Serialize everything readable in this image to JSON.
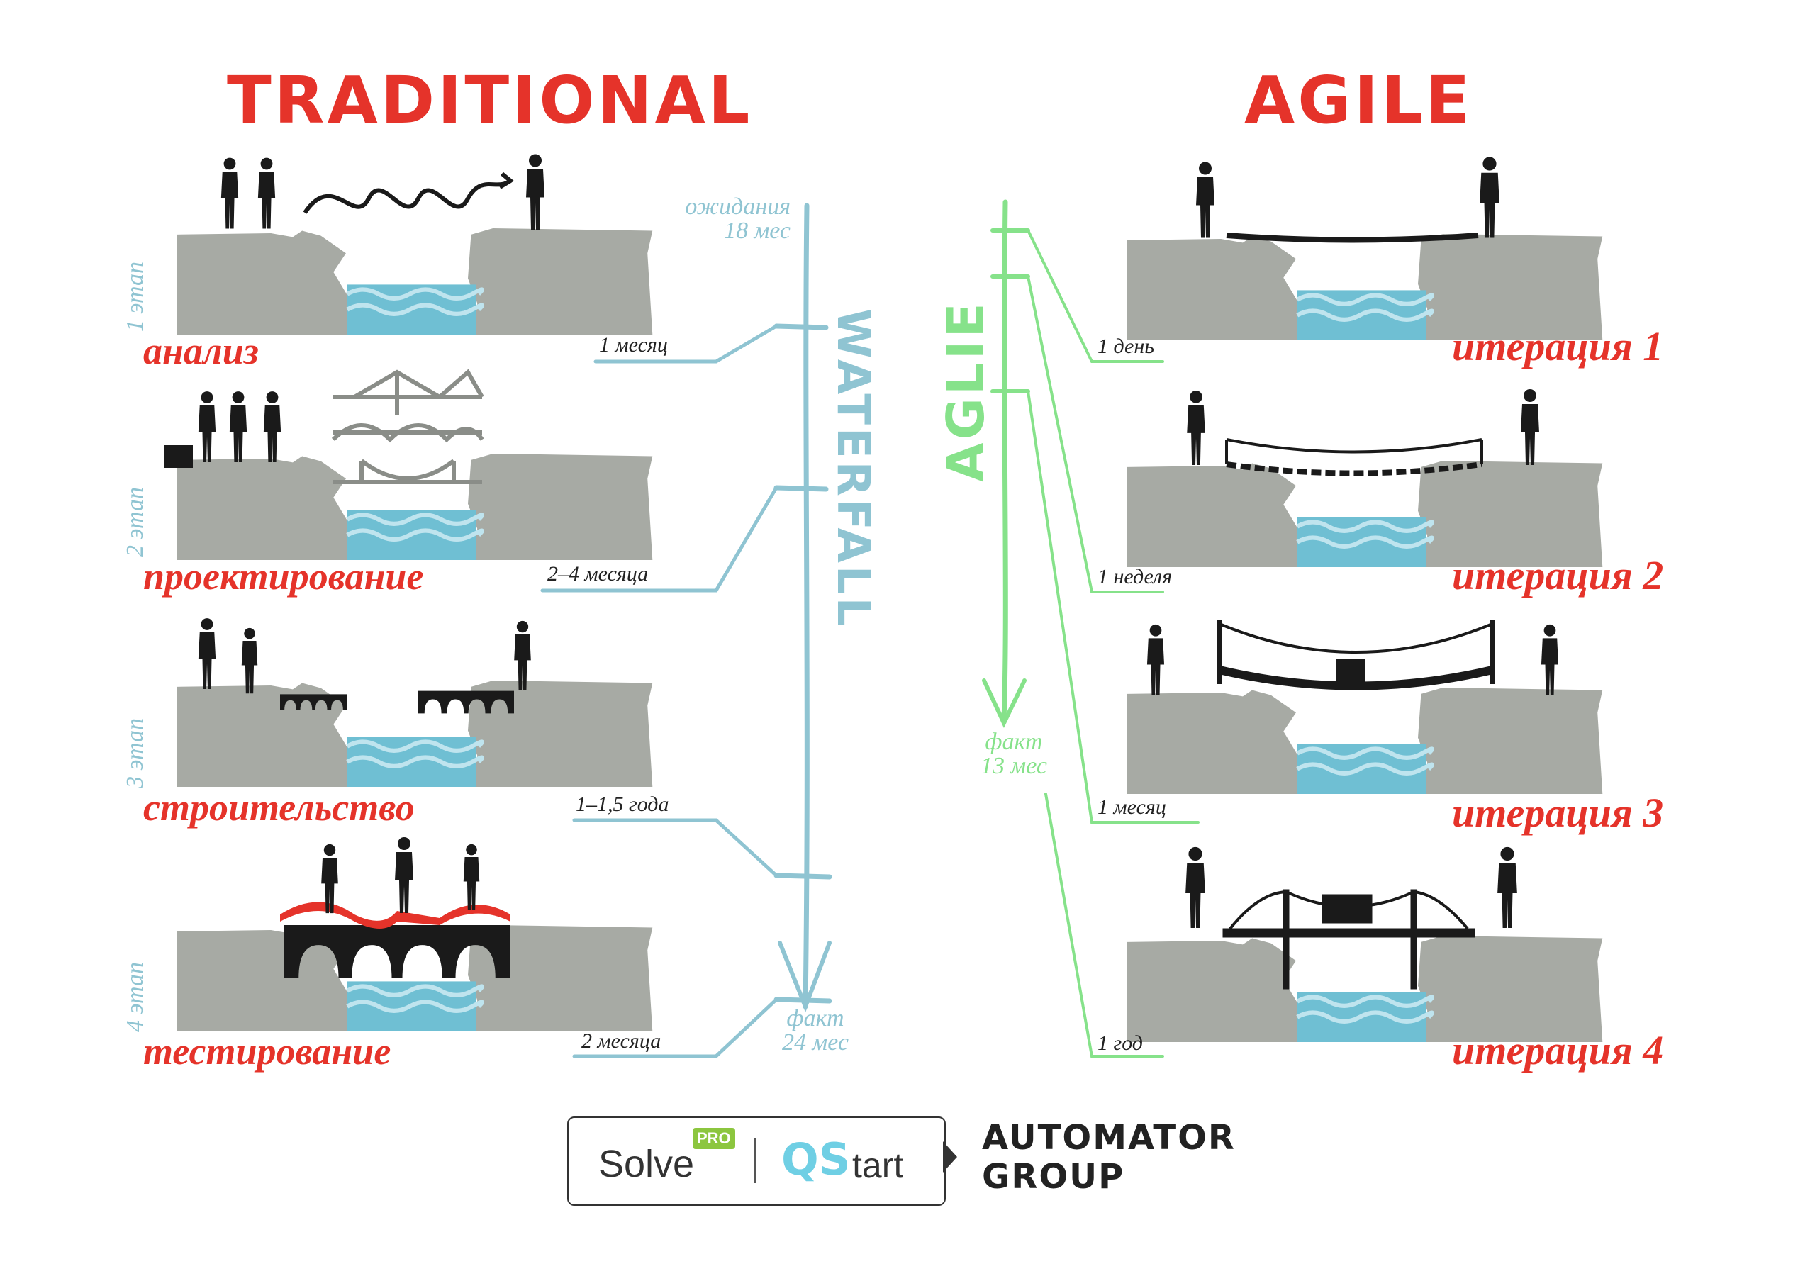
{
  "headings": {
    "traditional": "TRADITIONAL",
    "agile": "AGILE"
  },
  "traditional": {
    "expectation_note": [
      "ожидания",
      "18 мес"
    ],
    "fact_note": [
      "факт",
      "24 мес"
    ],
    "vertical_label": "WATERFALL",
    "stages": [
      {
        "num": "1 этап",
        "name": "анализ",
        "duration": "1 месяц"
      },
      {
        "num": "2 этап",
        "name": "проектирование",
        "duration": "2–4 месяца"
      },
      {
        "num": "3 этап",
        "name": "строительство",
        "duration": "1–1,5 года"
      },
      {
        "num": "4 этап",
        "name": "тестирование",
        "duration": "2 месяца"
      }
    ]
  },
  "agile": {
    "vertical_label": "AGLIE",
    "fact_note": [
      "факт",
      "13 мес"
    ],
    "iterations": [
      {
        "name": "итерация 1",
        "duration": "1 день"
      },
      {
        "name": "итерация 2",
        "duration": "1 неделя"
      },
      {
        "name": "итерация 3",
        "duration": "1 месяц"
      },
      {
        "name": "итерация 4",
        "duration": "1 год"
      }
    ]
  },
  "footer": {
    "solve": "Solve",
    "pro": "PRO",
    "qs": "QS",
    "tart": "tart",
    "automator": [
      "AUTOMATOR",
      "GROUP"
    ]
  },
  "colors": {
    "accent_red": "#e5332a",
    "waterfall_blue": "#8fc4d2",
    "agile_green": "#86e28a",
    "cliff_gray": "#a7aaa4",
    "water": "#6fbfd3"
  }
}
